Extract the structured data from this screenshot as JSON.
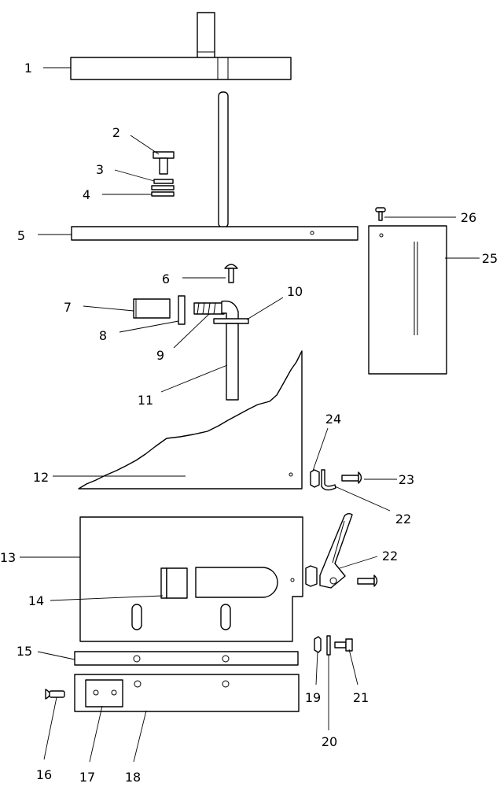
{
  "callouts": {
    "c1": "1",
    "c2": "2",
    "c3": "3",
    "c4": "4",
    "c5": "5",
    "c6": "6",
    "c7": "7",
    "c8": "8",
    "c9": "9",
    "c10": "10",
    "c11": "11",
    "c12": "12",
    "c13": "13",
    "c14": "14",
    "c15": "15",
    "c16": "16",
    "c17": "17",
    "c18": "18",
    "c19": "19",
    "c20": "20",
    "c21": "21",
    "c22a": "22",
    "c22b": "22",
    "c23": "23",
    "c24": "24",
    "c25": "25",
    "c26": "26"
  }
}
